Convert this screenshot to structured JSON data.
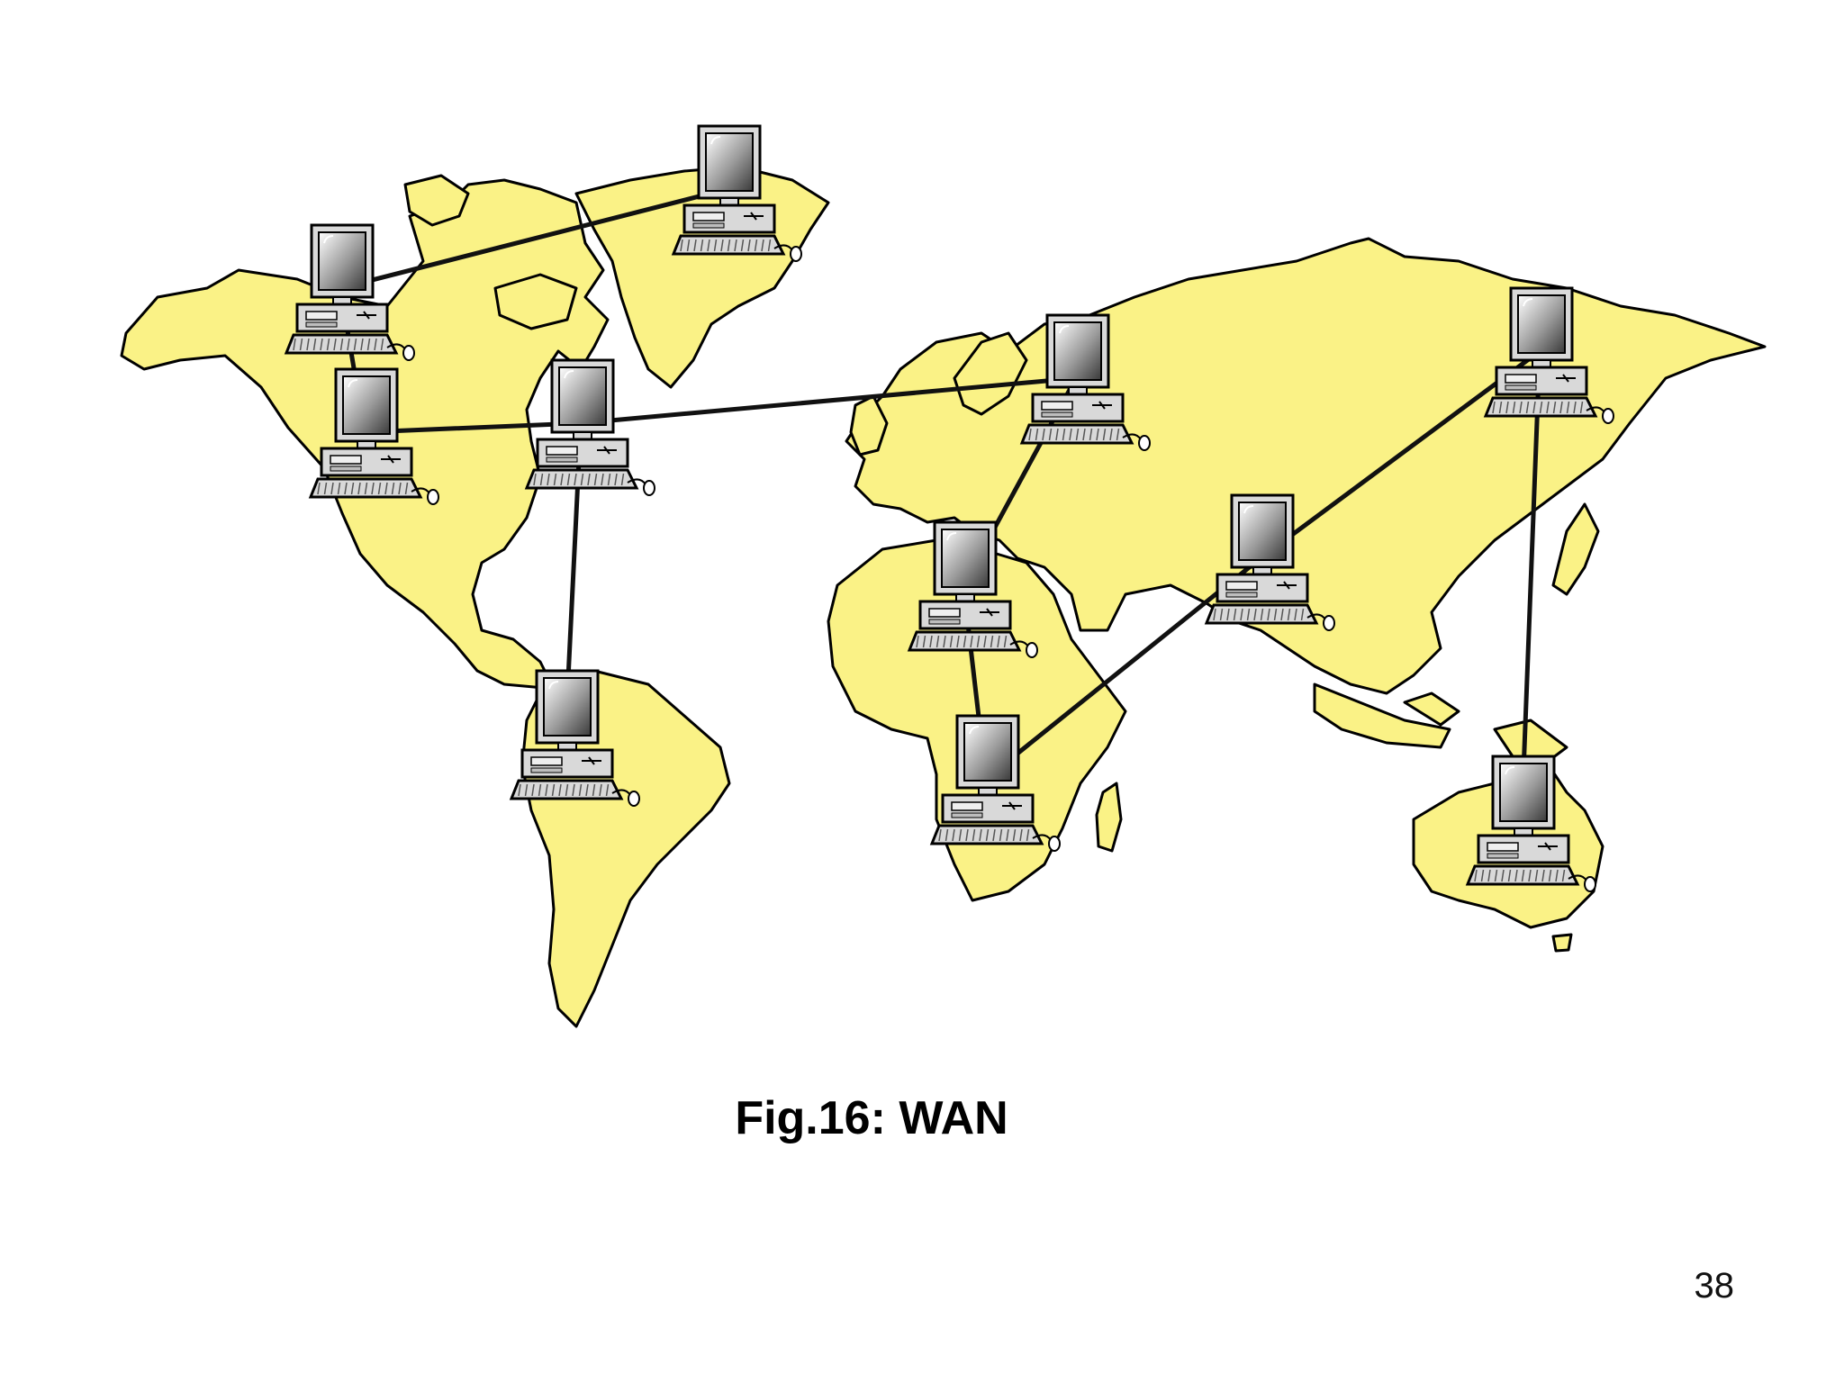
{
  "caption": "Fig.16: WAN",
  "page_number": "38",
  "colors": {
    "land": "#faf286",
    "outline": "#000000",
    "link": "#111111",
    "computer_body": "#d9d9d9",
    "screen": "#6e6e6e"
  },
  "nodes": [
    {
      "id": "node-alaska",
      "icon": "desktop-computer-icon"
    },
    {
      "id": "node-greenland",
      "icon": "desktop-computer-icon"
    },
    {
      "id": "node-west-usa",
      "icon": "desktop-computer-icon"
    },
    {
      "id": "node-east-usa",
      "icon": "desktop-computer-icon"
    },
    {
      "id": "node-south-america",
      "icon": "desktop-computer-icon"
    },
    {
      "id": "node-europe",
      "icon": "desktop-computer-icon"
    },
    {
      "id": "node-north-africa",
      "icon": "desktop-computer-icon"
    },
    {
      "id": "node-south-africa",
      "icon": "desktop-computer-icon"
    },
    {
      "id": "node-south-asia",
      "icon": "desktop-computer-icon"
    },
    {
      "id": "node-east-russia",
      "icon": "desktop-computer-icon"
    },
    {
      "id": "node-australia",
      "icon": "desktop-computer-icon"
    }
  ],
  "links": [
    [
      "node-alaska",
      "node-greenland"
    ],
    [
      "node-alaska",
      "node-west-usa"
    ],
    [
      "node-west-usa",
      "node-east-usa"
    ],
    [
      "node-east-usa",
      "node-europe"
    ],
    [
      "node-east-usa",
      "node-south-america"
    ],
    [
      "node-europe",
      "node-north-africa"
    ],
    [
      "node-north-africa",
      "node-south-africa"
    ],
    [
      "node-south-africa",
      "node-south-asia"
    ],
    [
      "node-south-asia",
      "node-east-russia"
    ],
    [
      "node-east-russia",
      "node-australia"
    ]
  ]
}
